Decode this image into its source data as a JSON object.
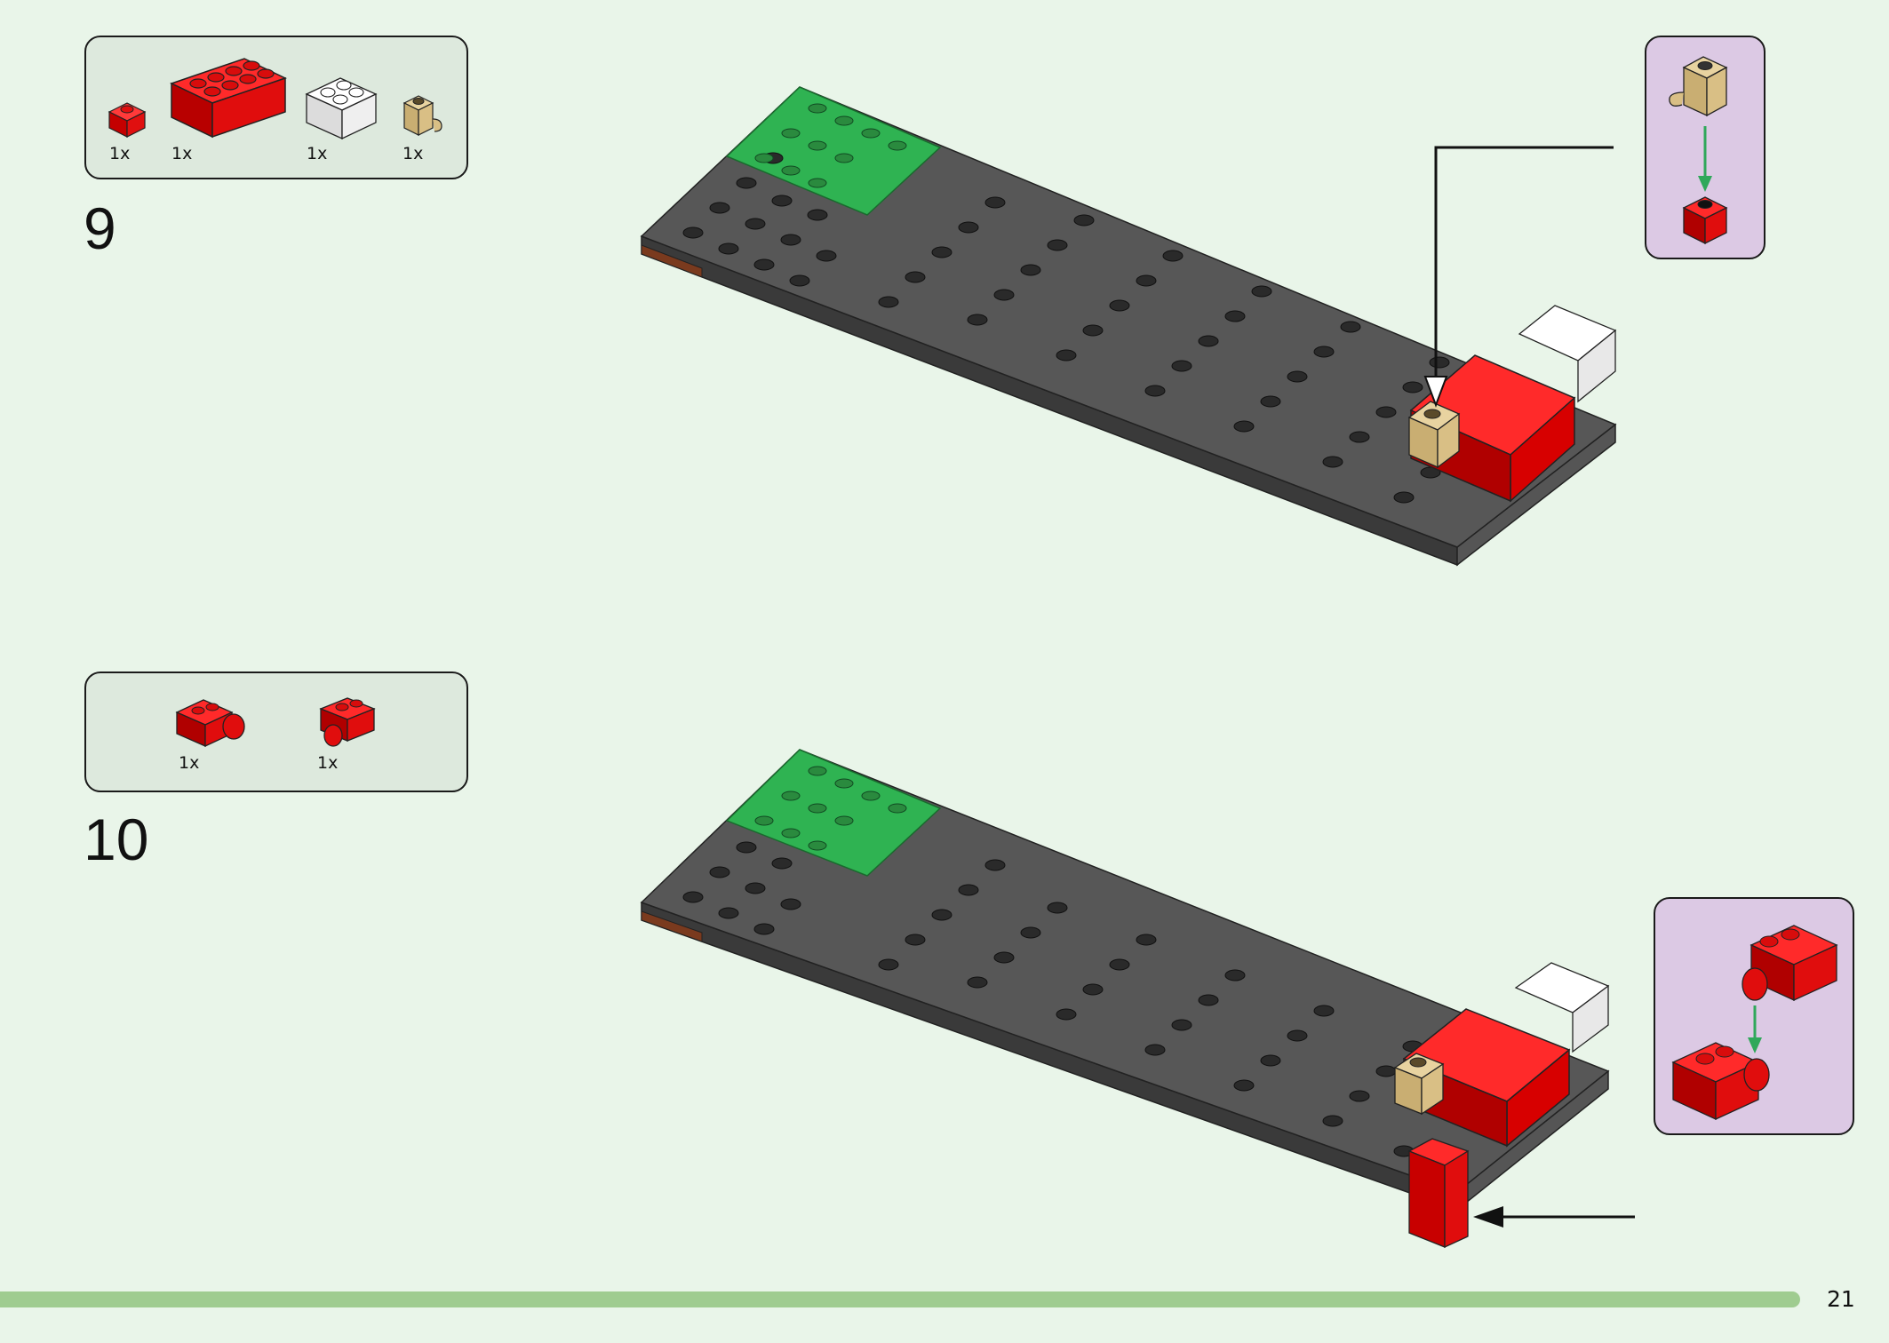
{
  "steps": [
    {
      "number": "9",
      "parts": [
        {
          "qty": "1x",
          "icon": "red-1x1-brick-icon"
        },
        {
          "qty": "1x",
          "icon": "red-2x4-brick-icon"
        },
        {
          "qty": "1x",
          "icon": "white-2x2-brick-icon"
        },
        {
          "qty": "1x",
          "icon": "tan-clip-brick-icon"
        }
      ]
    },
    {
      "number": "10",
      "parts": [
        {
          "qty": "1x",
          "icon": "red-hinge-brick-icon"
        },
        {
          "qty": "1x",
          "icon": "red-hinge-brick-icon"
        }
      ]
    }
  ],
  "page_number": "21",
  "colors": {
    "background": "#e9f5e9",
    "parts_box": "#dde9dd",
    "callout": "#dcc9e4",
    "baseplate": "#4a4a4a",
    "green_tile": "#2fb352",
    "red": "#d90f0f",
    "white": "#f4f4f4",
    "tan": "#d8c08b",
    "progress_bar": "#9fcc90"
  }
}
